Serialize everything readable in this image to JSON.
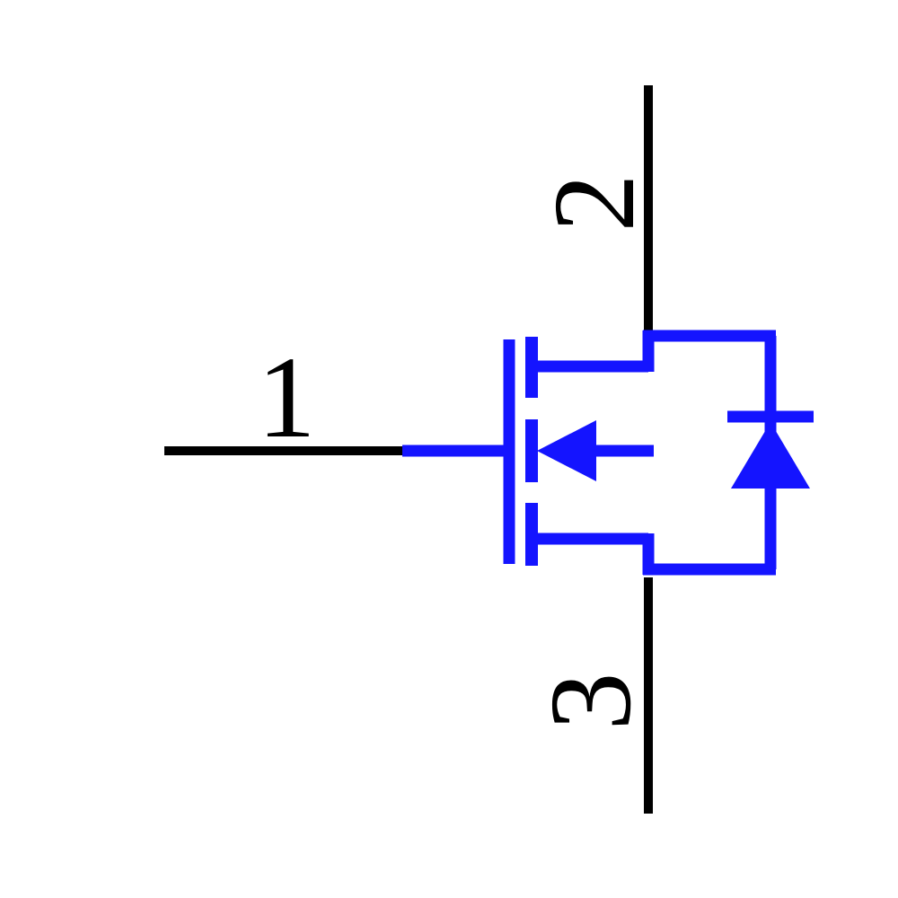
{
  "diagram": {
    "kind": "schematic-symbol",
    "component": "N-channel MOSFET with integral body diode",
    "pins": [
      {
        "number": "1",
        "role": "gate",
        "side": "left"
      },
      {
        "number": "2",
        "role": "drain",
        "side": "top"
      },
      {
        "number": "3",
        "role": "source",
        "side": "bottom"
      }
    ]
  },
  "colors": {
    "body": "#1414ff",
    "pin": "#000000",
    "background": "#ffffff"
  }
}
